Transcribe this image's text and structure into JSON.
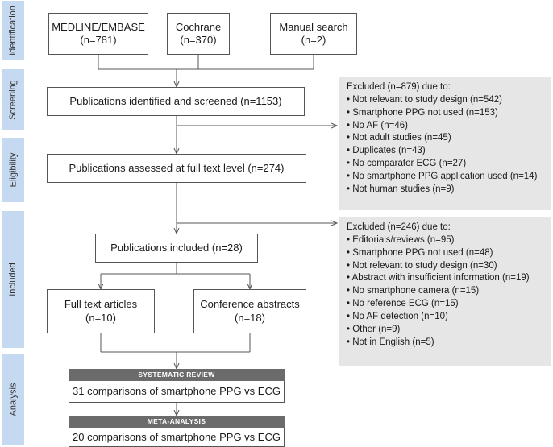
{
  "stages": {
    "identification": "Identification",
    "screening": "Screening",
    "eligibility": "Eligibility",
    "included": "Included",
    "analysis": "Analysis"
  },
  "sources": {
    "medline": {
      "title": "MEDLINE/EMBASE",
      "count": "(n=781)"
    },
    "cochrane": {
      "title": "Cochrane",
      "count": "(n=370)"
    },
    "manual": {
      "title": "Manual search",
      "count": "(n=2)"
    }
  },
  "screened": "Publications identified and screened (n=1153)",
  "assessed": "Publications assessed at full text level (n=274)",
  "included": "Publications included (n=28)",
  "fulltext": {
    "title": "Full text articles",
    "count": "(n=10)"
  },
  "conference": {
    "title": "Conference abstracts",
    "count": "(n=18)"
  },
  "excluded1": {
    "heading": "Excluded (n=879) due to:",
    "items": [
      "Not relevant to study design (n=542)",
      "Smartphone PPG not used (n=153)",
      "No AF (n=46)",
      "Not adult studies (n=45)",
      "Duplicates (n=43)",
      "No comparator ECG (n=27)",
      "No smartphone PPG application used (n=14)",
      "Not human studies (n=9)"
    ]
  },
  "excluded2": {
    "heading": "Excluded (n=246) due to:",
    "items": [
      "Editorials/reviews (n=95)",
      "Smartphone PPG not used (n=48)",
      "Not relevant to study design (n=30)",
      "Abstract with insufficient information (n=19)",
      "No smartphone camera (n=15)",
      "No reference ECG (n=15)",
      "No AF detection (n=10)",
      "Other (n=9)",
      "Not in English (n=5)"
    ]
  },
  "systematic": {
    "heading": "SYSTEMATIC REVIEW",
    "text": "31 comparisons of smartphone PPG vs ECG"
  },
  "meta": {
    "heading": "META-ANALYSIS",
    "text": "20 comparisons of smartphone PPG vs ECG"
  },
  "colors": {
    "stage_fill": "#c5d9f1",
    "exclusion_fill": "#e6e6e6",
    "header_fill": "#6b6b6b",
    "line": "#555555"
  }
}
